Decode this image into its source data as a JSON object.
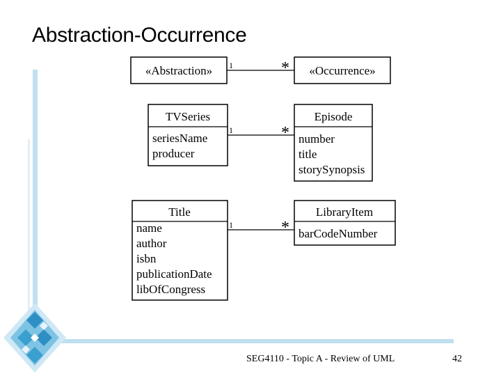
{
  "slide": {
    "title": "Abstraction-Occurrence",
    "footer": "SEG4110 - Topic A -  Review of UML",
    "page_number": "42"
  },
  "diagram": {
    "abstraction": {
      "name": "«Abstraction»",
      "attributes": []
    },
    "occurrence": {
      "name": "«Occurrence»",
      "attributes": []
    },
    "tvseries": {
      "name": "TVSeries",
      "attributes": [
        "seriesName",
        "producer"
      ]
    },
    "episode": {
      "name": "Episode",
      "attributes": [
        "number",
        "title",
        "storySynopsis"
      ]
    },
    "title_class": {
      "name": "Title",
      "attributes": [
        "name",
        "author",
        "isbn",
        "publicationDate",
        "libOfCongress"
      ]
    },
    "libraryitem": {
      "name": "LibraryItem",
      "attributes": [
        "barCodeNumber"
      ]
    },
    "multiplicity": {
      "one": "1",
      "many": "*"
    }
  },
  "colors": {
    "accent": "#bfe0f0",
    "diamond_dark": "#3aa0d0",
    "diamond_light": "#cfe8f5"
  }
}
